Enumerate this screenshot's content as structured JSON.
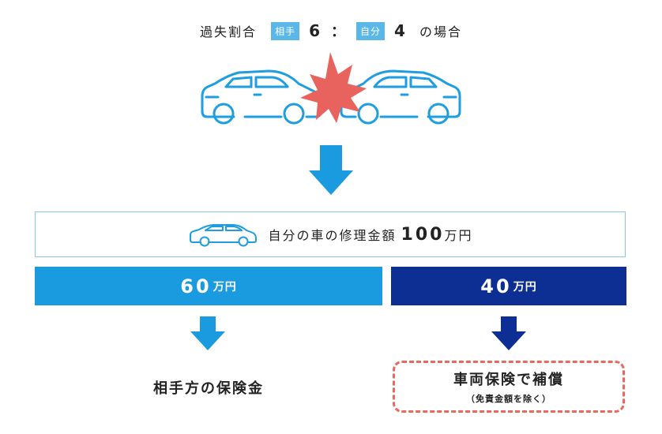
{
  "heading": {
    "prefix": "過失割合",
    "party_a_label": "相手",
    "party_a_ratio": "6",
    "separator": "：",
    "party_b_label": "自分",
    "party_b_ratio": "4",
    "suffix": "の場合"
  },
  "repair": {
    "label": "自分の車の修理金額",
    "amount": "100",
    "unit": "万円"
  },
  "split": {
    "left": {
      "amount": "60",
      "unit": "万円"
    },
    "right": {
      "amount": "40",
      "unit": "万円"
    }
  },
  "results": {
    "left": "相手方の保険金",
    "right_main": "車両保険で補償",
    "right_note": "（免責金額を除く）"
  },
  "colors": {
    "car_outline": "#1e9ee0",
    "collision_burst": "#e8635e",
    "arrow_light": "#1a9be0",
    "arrow_dark": "#0d2f94",
    "bar_left": "#1a9be0",
    "bar_right": "#0d2f94",
    "dashed_border": "#e8685e"
  },
  "icons": [
    "car-left-icon",
    "car-right-icon",
    "collision-icon",
    "down-arrow-icon",
    "small-car-icon"
  ]
}
